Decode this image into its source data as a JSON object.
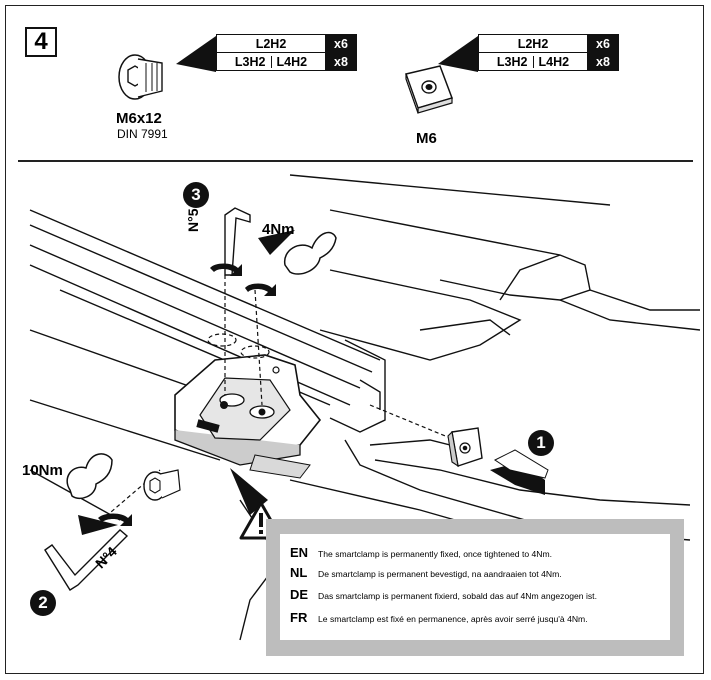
{
  "step_number": "4",
  "parts": [
    {
      "name": "M6x12",
      "standard": "DIN 7991",
      "quantities": [
        {
          "model": "L2H2",
          "qty": "x6"
        },
        {
          "model_a": "L3H2",
          "model_b": "L4H2",
          "qty": "x8"
        }
      ]
    },
    {
      "name": "M6",
      "quantities": [
        {
          "model": "L2H2",
          "qty": "x6"
        },
        {
          "model_a": "L3H2",
          "model_b": "L4H2",
          "qty": "x8"
        }
      ]
    }
  ],
  "illustration": {
    "steps": [
      {
        "badge": "1"
      },
      {
        "badge": "2",
        "torque": "10Nm",
        "tool_size": "N°4"
      },
      {
        "badge": "3",
        "torque": "4Nm",
        "tool_size": "N°5"
      }
    ],
    "warning_icon": "warning-triangle-icon",
    "arm_icon": "flexed-arm-icon"
  },
  "notice": [
    {
      "lang": "EN",
      "text": "The smartclamp is permanently fixed, once tightened to 4Nm."
    },
    {
      "lang": "NL",
      "text": "De smartclamp is permanent bevestigd, na aandraaien tot 4Nm."
    },
    {
      "lang": "DE",
      "text": "Das smartclamp is permanent fixierd, sobald das auf 4Nm angezogen ist."
    },
    {
      "lang": "FR",
      "text": "Le smartclamp est fixé en permanence, après avoir serré jusqu'à 4Nm."
    }
  ],
  "colors": {
    "ink": "#111111",
    "callout_border": "#bdbdbd",
    "shade": "#d9d9d9"
  }
}
